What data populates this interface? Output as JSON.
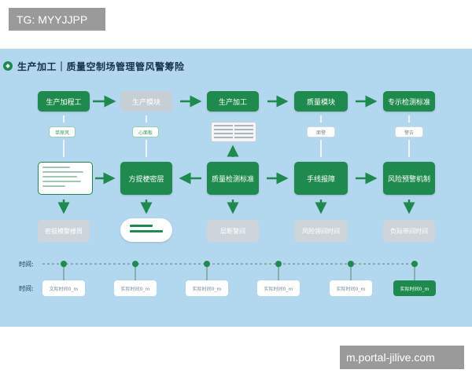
{
  "watermarks": {
    "top": "TG: MYYJJPP",
    "bottom": "m.portal-jilive.com"
  },
  "title": "生产加工｜质量空制场管理管风警筹险",
  "row1": [
    "生产加程工",
    "生产模块",
    "生产加工",
    "质量模块",
    "专示检测标准"
  ],
  "tags_row1": [
    "单原风",
    "心面板",
    "",
    "面警",
    "警告"
  ],
  "row2": [
    "",
    "方提梗密层",
    "质量检测标准",
    "手线报障",
    "风险预警机制"
  ],
  "row3": [
    "密报模警楼周",
    "",
    "层断警间",
    "风险领间时间",
    "负际带间时间"
  ],
  "timeline": {
    "label_top": "时间:",
    "label_bottom": "时间:",
    "boxes": [
      "文际时间0_m",
      "实际时间0_m",
      "实际时间0_m",
      "实际时间0_m",
      "实际时间0_m",
      "实际时间0_m"
    ]
  },
  "colors": {
    "green": "#1f8a4d",
    "panel": "#b2d7ef",
    "gray": "#c7cfd6"
  }
}
